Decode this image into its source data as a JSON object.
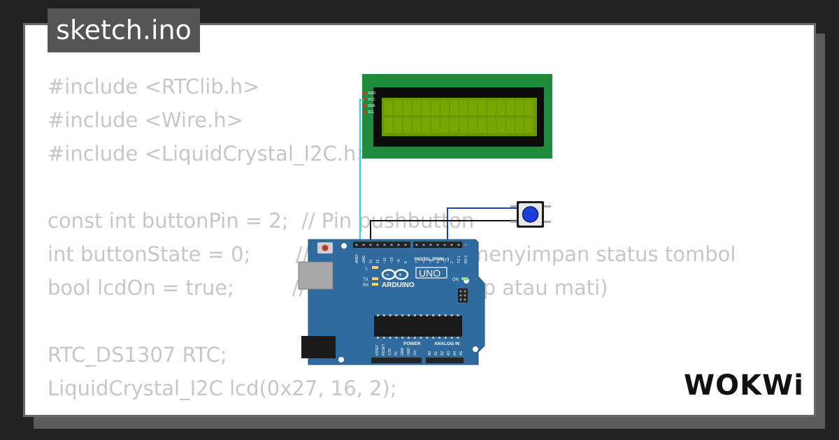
{
  "file_tab": {
    "label": "sketch.ino"
  },
  "code_lines": [
    "#include <RTClib.h>",
    "#include <Wire.h>",
    "#include <LiquidCrystal_I2C.h>",
    "",
    "const int buttonPin = 2;  // Pin pushbutton",
    "int buttonState = 0;       // Variabel untuk menyimpan status tombol",
    "bool lcdOn = true;         // Status LCD (hidup atau mati)",
    "",
    "RTC_DS1307 RTC;",
    "LiquidCrystal_I2C lcd(0x27, 16, 2);"
  ],
  "lcd": {
    "pin_labels": [
      "GND",
      "VCC",
      "SDA",
      "SCL"
    ],
    "color_board": "#1e8c3a",
    "color_screen": "#6a9a00"
  },
  "arduino": {
    "brand": "ARDUINO",
    "model": "UNO",
    "digital_header_label": "DIGITAL (PWM ~)",
    "analog_header_label": "ANALOG IN",
    "power_header_label": "POWER",
    "led_labels": [
      "L",
      "TX",
      "RX"
    ],
    "on_label": "ON",
    "power_pins": [
      "IOREF",
      "RESET",
      "3.3V",
      "5V",
      "GND",
      "GND",
      "Vin"
    ],
    "analog_pins": [
      "A0",
      "A1",
      "A2",
      "A3",
      "A4",
      "A5"
    ],
    "digital_pins_left": [
      "AREF",
      "GND",
      "13",
      "12",
      "~11",
      "~10",
      "~9",
      "8"
    ],
    "digital_pins_right": [
      "7",
      "~6",
      "~5",
      "4",
      "~3",
      "2",
      "TX 1",
      "RX 0"
    ],
    "color_board": "#2f6b9e"
  },
  "pushbutton": {
    "cap_color": "#1e3cd6"
  },
  "wires": {
    "cyan": "#2ad4e0",
    "blue": "#1d3fd0",
    "black": "#111111"
  },
  "brand": {
    "logo_text": "WOKWi"
  }
}
